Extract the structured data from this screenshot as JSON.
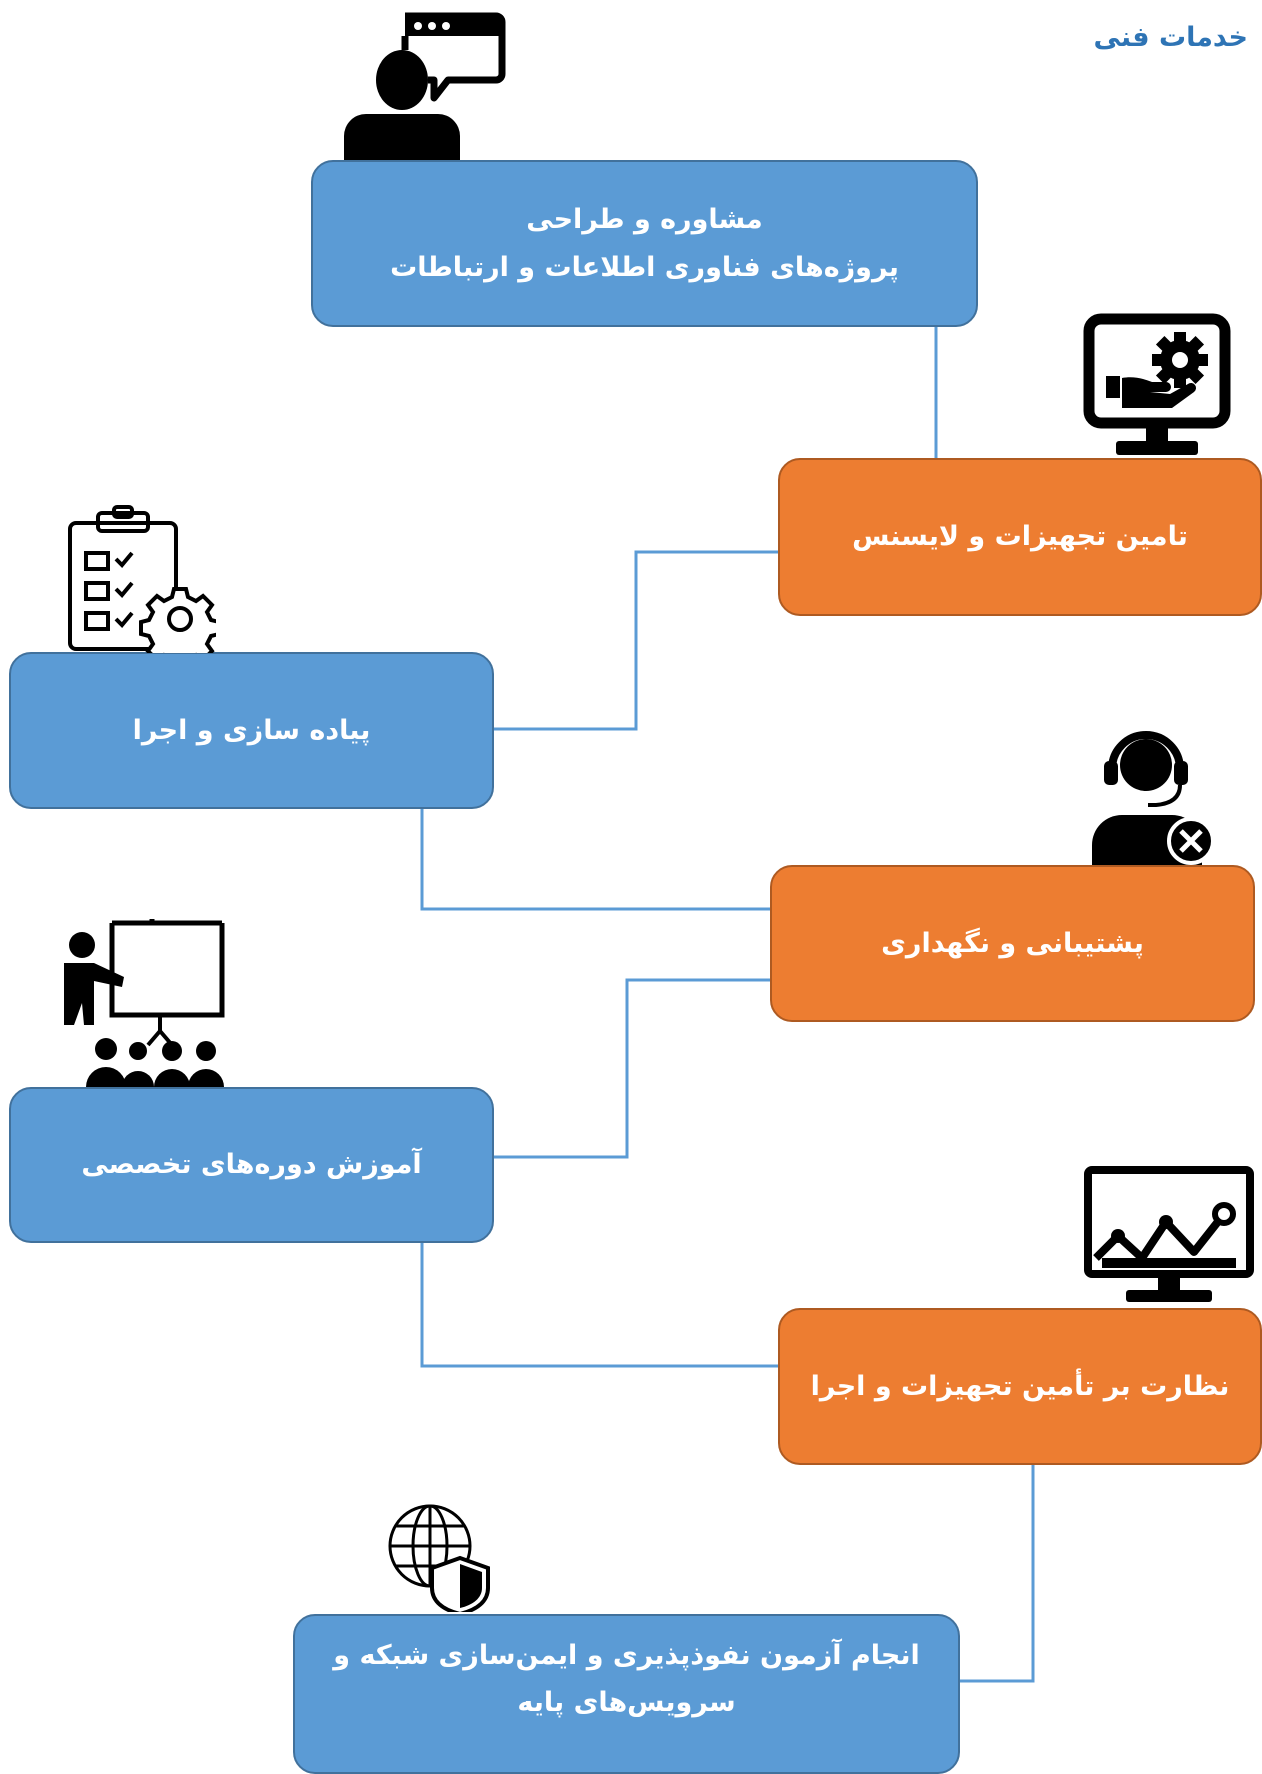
{
  "heading": "خدمات فنی",
  "steps": [
    {
      "lines": [
        "مشاوره و طراحی",
        "پروژه‌های فناوری اطلاعات و ارتباطات"
      ],
      "color": "#5b9bd5",
      "icon": "consultant-chat-icon"
    },
    {
      "lines": [
        "تامین تجهیزات و لایسنس"
      ],
      "color": "#ed7d31",
      "icon": "monitor-hand-gear-icon"
    },
    {
      "lines": [
        "پیاده سازی و اجرا"
      ],
      "color": "#5b9bd5",
      "icon": "checklist-gear-icon"
    },
    {
      "lines": [
        "پشتیبانی و نگهداری"
      ],
      "color": "#ed7d31",
      "icon": "support-headset-icon"
    },
    {
      "lines": [
        "آموزش دوره‌های تخصصی"
      ],
      "color": "#5b9bd5",
      "icon": "presentation-training-icon"
    },
    {
      "lines": [
        "نظارت بر تأمین تجهیزات و اجرا"
      ],
      "color": "#ed7d31",
      "icon": "monitor-chart-icon"
    },
    {
      "lines": [
        "انجام آزمون نفوذپذیری و ایمن‌سازی شبکه و",
        "سرویس‌های پایه"
      ],
      "color": "#5b9bd5",
      "icon": "globe-shield-icon"
    }
  ],
  "colors": {
    "blue": "#5b9bd5",
    "orange": "#ed7d31",
    "connector": "#5b9bd5",
    "heading": "#2e74b5"
  }
}
